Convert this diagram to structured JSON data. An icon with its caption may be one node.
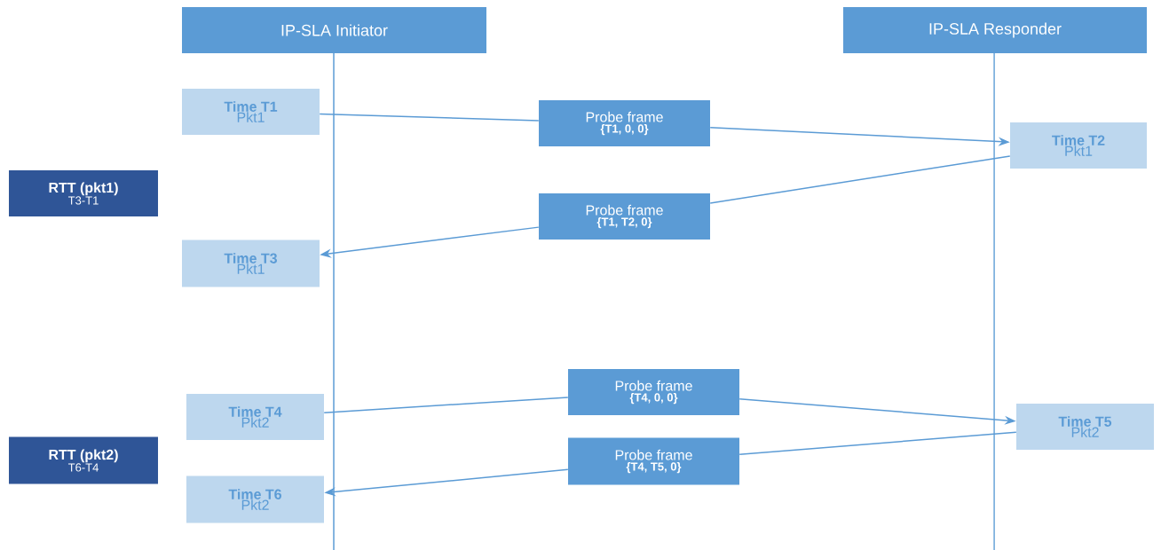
{
  "diagram": {
    "nodes": [
      {
        "text": [
          "IP-SLA Initiator"
        ]
      },
      {
        "text": [
          "IP-SLA Responder"
        ]
      },
      {
        "text": [
          "Time T1",
          "Pkt1"
        ]
      },
      {
        "text": [
          "Probe frame",
          "{T1, 0, 0}"
        ]
      },
      {
        "text": [
          "Time T2",
          "Pkt1"
        ]
      },
      {
        "text": [
          "RTT (pkt1)",
          "T3-T1"
        ]
      },
      {
        "text": [
          "Probe frame",
          "{T1, T2, 0}"
        ]
      },
      {
        "text": [
          "Time T3",
          "Pkt1"
        ]
      },
      {
        "text": [
          "Probe frame",
          "{T4, 0, 0}"
        ]
      },
      {
        "text": [
          "Time T4",
          "Pkt2"
        ]
      },
      {
        "text": [
          "Time T5",
          "Pkt2"
        ]
      },
      {
        "text": [
          "RTT (pkt2)",
          "T6-T4"
        ]
      },
      {
        "text": [
          "Probe frame",
          "{T4, T5, 0}"
        ]
      },
      {
        "text": [
          "Time T6",
          "Pkt2"
        ]
      }
    ],
    "edges": [
      {
        "from": 2,
        "to": 3,
        "arrow": "none"
      },
      {
        "from": 3,
        "to": 4,
        "arrow": "to"
      },
      {
        "from": 4,
        "to": 6,
        "arrow": "none"
      },
      {
        "from": 6,
        "to": 7,
        "arrow": "to"
      },
      {
        "from": 9,
        "to": 8,
        "arrow": "none"
      },
      {
        "from": 8,
        "to": 10,
        "arrow": "to"
      },
      {
        "from": 10,
        "to": 12,
        "arrow": "none"
      },
      {
        "from": 12,
        "to": 13,
        "arrow": "to"
      }
    ]
  }
}
